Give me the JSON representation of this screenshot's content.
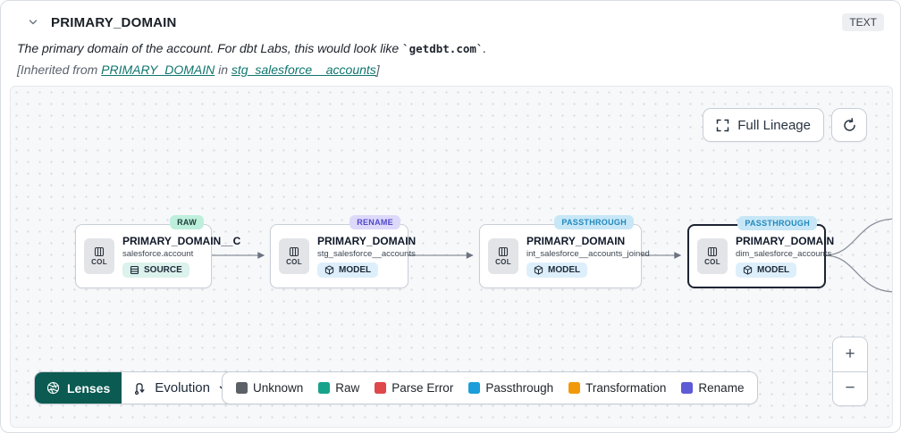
{
  "header": {
    "title": "PRIMARY_DOMAIN",
    "type_badge": "TEXT",
    "description_prefix": "The primary domain of the account. For dbt Labs, this would look like ",
    "description_code": "`getdbt.com`",
    "description_suffix": ".",
    "inherited_prefix": "[Inherited from ",
    "inherited_link_column": "PRIMARY_DOMAIN",
    "inherited_mid": " in ",
    "inherited_link_model": "stg_salesforce__accounts",
    "inherited_suffix": "]"
  },
  "toolbar": {
    "full_lineage_label": "Full Lineage"
  },
  "graph": {
    "nodes": [
      {
        "badge": "RAW",
        "title": "PRIMARY_DOMAIN__C",
        "subtitle": "salesforce.account",
        "chip": "SOURCE",
        "col_label": "COL",
        "selected": false
      },
      {
        "badge": "RENAME",
        "title": "PRIMARY_DOMAIN",
        "subtitle": "stg_salesforce__accounts",
        "chip": "MODEL",
        "col_label": "COL",
        "selected": false
      },
      {
        "badge": "PASSTHROUGH",
        "title": "PRIMARY_DOMAIN",
        "subtitle": "int_salesforce__accounts_joined",
        "chip": "MODEL",
        "col_label": "COL",
        "selected": false
      },
      {
        "badge": "PASSTHROUGH",
        "title": "PRIMARY_DOMAIN",
        "subtitle": "dim_salesforce_accounts",
        "chip": "MODEL",
        "col_label": "COL",
        "selected": true
      }
    ],
    "badge_colors": {
      "raw": "#bdefdc",
      "rename": "#dcd9fa",
      "passthrough": "#c7e7f7"
    }
  },
  "footer": {
    "lenses_label": "Lenses",
    "evolution_label": "Evolution",
    "legend": [
      {
        "label": "Unknown",
        "color": "#5c6167"
      },
      {
        "label": "Raw",
        "color": "#16a38b"
      },
      {
        "label": "Parse Error",
        "color": "#e0474b"
      },
      {
        "label": "Passthrough",
        "color": "#1b9ed9"
      },
      {
        "label": "Transformation",
        "color": "#f2990a"
      },
      {
        "label": "Rename",
        "color": "#5d5bd5"
      }
    ]
  },
  "zoom_controls": {
    "zoom_in": "+",
    "zoom_out": "−"
  }
}
